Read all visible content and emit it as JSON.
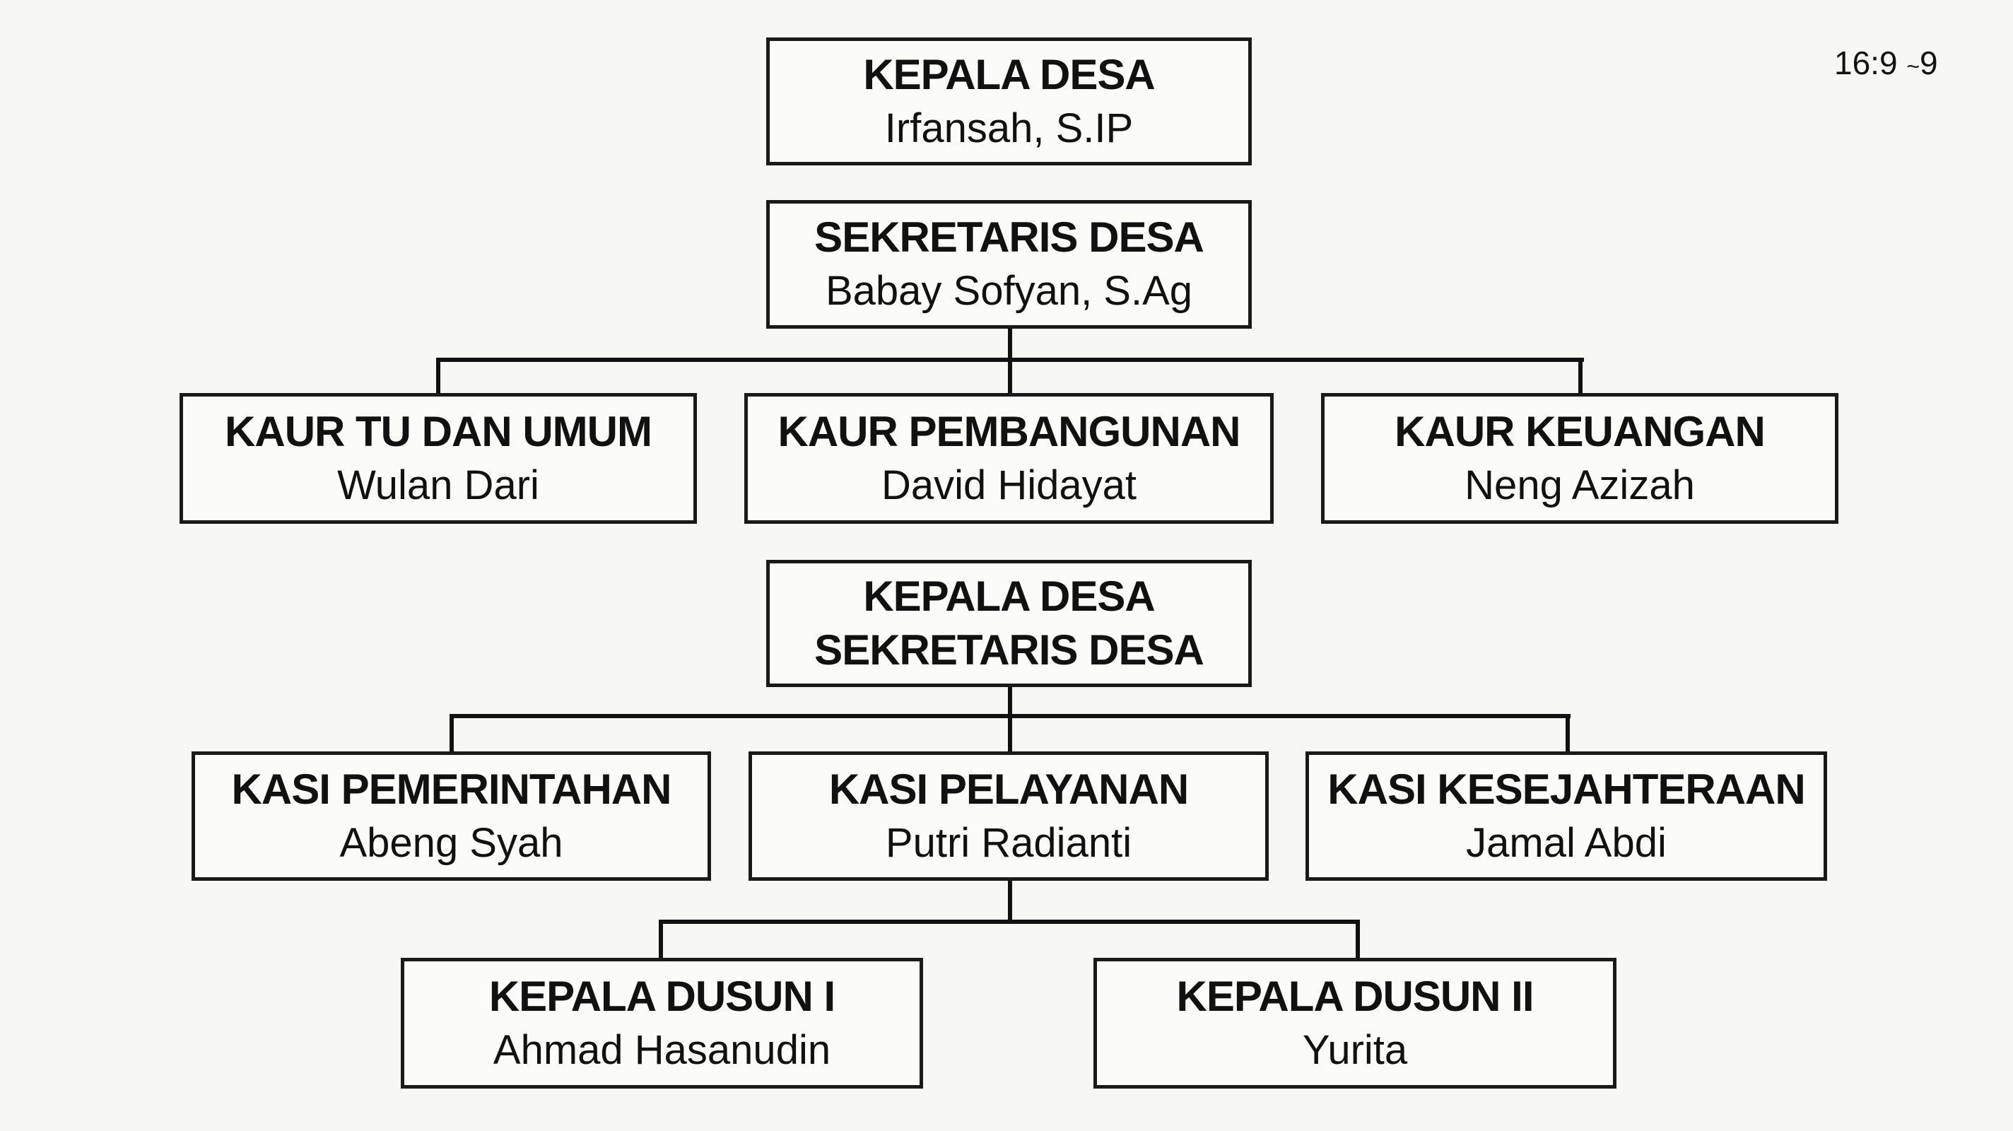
{
  "ratio_label": {
    "main": "16:9",
    "tilde": "~",
    "end": "9"
  },
  "top": [
    {
      "title": "KEPALA DESA",
      "name": "Irfansah, S.IP"
    },
    {
      "title": "SEKRETARIS DESA",
      "name": "Babay Sofyan, S.Ag"
    }
  ],
  "kaur": [
    {
      "title": "KAUR TU DAN UMUM",
      "name": "Wulan Dari"
    },
    {
      "title": "KAUR PEMBANGUNAN",
      "name": "David Hidayat"
    },
    {
      "title": "KAUR KEUANGAN",
      "name": "Neng Azizah"
    }
  ],
  "combined": {
    "line1": "KEPALA DESA",
    "line2": "SEKRETARIS DESA"
  },
  "kasi": [
    {
      "title": "KASI PEMERINTAHAN",
      "name": "Abeng Syah"
    },
    {
      "title": "KASI PELAYANAN",
      "name": "Putri Radianti"
    },
    {
      "title": "KASI KESEJAHTERAAN",
      "name": "Jamal Abdi"
    }
  ],
  "dusun": [
    {
      "title": "KEPALA DUSUN I",
      "name": "Ahmad Hasanudin"
    },
    {
      "title": "KEPALA DUSUN II",
      "name": "Yurita"
    }
  ]
}
